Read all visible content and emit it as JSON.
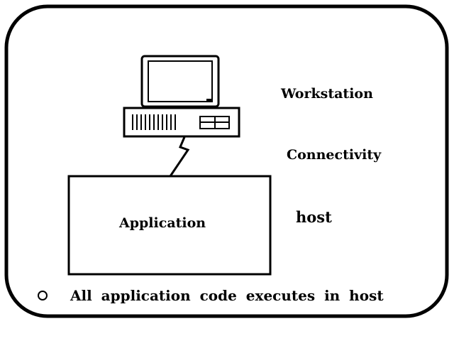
{
  "labels": {
    "workstation": "Workstation",
    "connectivity": "Connectivity",
    "host": "host",
    "application": "Application"
  },
  "bullet": {
    "text": "All application code executes in host"
  }
}
